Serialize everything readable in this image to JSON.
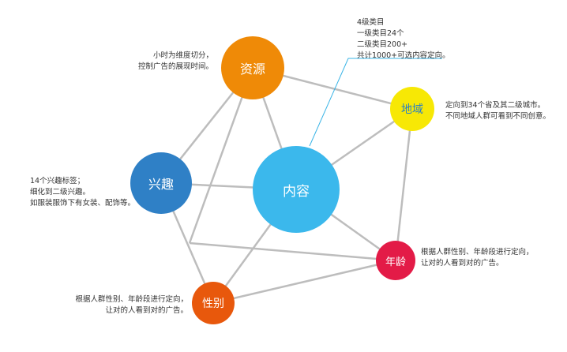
{
  "colors": {
    "edge": "#bdbdbd",
    "leader": "#3ab4e6",
    "ziyuan": "#ef8a07",
    "diyu": "#f7e805",
    "diyu_text": "#2a7fc4",
    "xingqu": "#2f80c6",
    "neirong": "#3bb8ec",
    "nianling": "#e31b47",
    "xingbie": "#e8580c"
  },
  "nodes": {
    "ziyuan": "资源",
    "diyu": "地域",
    "xingqu": "兴趣",
    "neirong": "内容",
    "nianling": "年龄",
    "xingbie": "性别"
  },
  "notes": {
    "ziyuan": [
      "小时为维度切分，",
      "控制广告的展现时间。"
    ],
    "neirong": [
      "4级类目",
      "一级类目24个",
      "二级类目200+",
      "共计1000+可选内容定向。"
    ],
    "diyu": [
      "定向到34个省及其二级城市。",
      "不同地域人群可看到不同创意。"
    ],
    "xingqu": [
      "14个兴趣标签；",
      "细化到二级兴趣。",
      "如服装服饰下有女装、配饰等。"
    ],
    "nianling": [
      "根据人群性别、年龄段进行定向，",
      "让对的人看到对的广告。"
    ],
    "xingbie": [
      "根据人群性别、年龄段进行定向，",
      "让对的人看到对的广告。"
    ]
  }
}
